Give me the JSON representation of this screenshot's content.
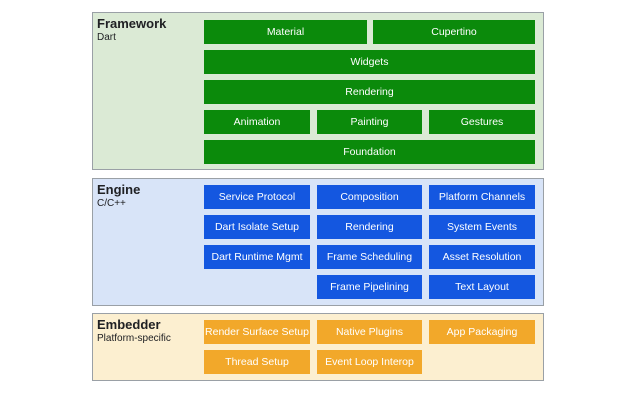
{
  "layers": {
    "framework": {
      "title": "Framework",
      "subtitle": "Dart",
      "color": "#dbead5",
      "box_color": "#0b8a0b",
      "boxes": [
        "Material",
        "Cupertino",
        "Widgets",
        "Rendering",
        "Animation",
        "Painting",
        "Gestures",
        "Foundation"
      ]
    },
    "engine": {
      "title": "Engine",
      "subtitle": "C/C++",
      "color": "#d8e4f8",
      "box_color": "#1457e0",
      "boxes": [
        "Service Protocol",
        "Composition",
        "Platform Channels",
        "Dart Isolate Setup",
        "Rendering",
        "System Events",
        "Dart Runtime Mgmt",
        "Frame Scheduling",
        "Asset Resolution",
        "Frame Pipelining",
        "Text Layout"
      ]
    },
    "embedder": {
      "title": "Embedder",
      "subtitle": "Platform-specific",
      "color": "#fcefd0",
      "box_color": "#f2a82a",
      "boxes": [
        "Render Surface Setup",
        "Native Plugins",
        "App Packaging",
        "Thread Setup",
        "Event Loop Interop"
      ]
    }
  }
}
